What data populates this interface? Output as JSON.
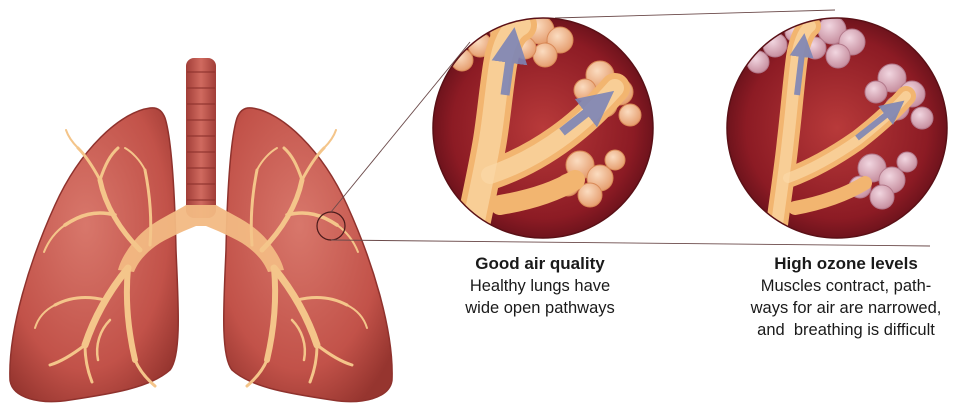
{
  "panels": {
    "good": {
      "title": "Good air quality",
      "lines": [
        "Healthy lungs have",
        "wide open pathways"
      ]
    },
    "ozone": {
      "title": "High ozone levels",
      "lines": [
        "Muscles contract, path-",
        "ways for air are narrowed,",
        "and  breathing is difficult"
      ]
    }
  },
  "colors": {
    "lung": "#c9584f",
    "lung_dark": "#9a3934",
    "airway": "#f0b27a",
    "bronchi": "#f3c486",
    "circle_bg": "#8e1d25",
    "alveoli_healthy": "#efb488",
    "alveoli_inflamed": "#d9a3b0",
    "arrow": "#7d86b6"
  }
}
